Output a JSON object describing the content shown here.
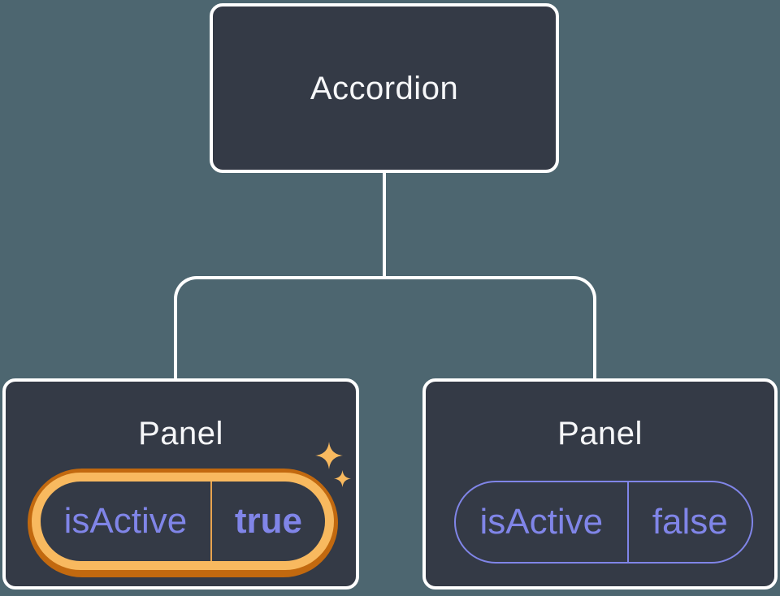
{
  "colors": {
    "background": "#4d6670",
    "node_fill": "#343a46",
    "node_border": "#ffffff",
    "title_text": "#f6f7f9",
    "state_text_purple": "#8085e8",
    "highlight_orange_light": "#f8b95f",
    "highlight_orange_dark": "#c2690f",
    "gold_divider": "#e8a44f"
  },
  "diagram": {
    "root": {
      "label": "Accordion"
    },
    "panels": [
      {
        "label": "Panel",
        "state": {
          "key": "isActive",
          "value": "true"
        },
        "highlighted": true
      },
      {
        "label": "Panel",
        "state": {
          "key": "isActive",
          "value": "false"
        },
        "highlighted": false
      }
    ],
    "icons": [
      "sparkle-icon-large",
      "sparkle-icon-small"
    ]
  }
}
